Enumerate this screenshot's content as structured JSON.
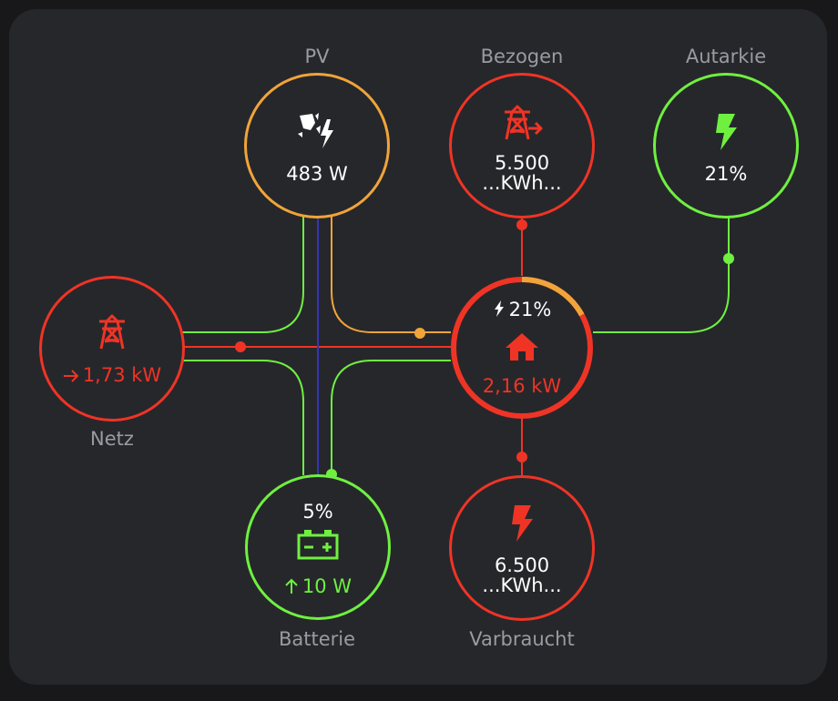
{
  "colors": {
    "background": "#18181b",
    "card": "#26272b",
    "grid": "#ef3426",
    "solar": "#f0a43a",
    "battery": "#6ff040",
    "autarky": "#6ff040",
    "battery_link": "#3436b8",
    "text": "#ffffff",
    "label": "#9a9ba0"
  },
  "nodes": {
    "pv": {
      "label": "PV",
      "icon": "solar-power-icon",
      "value": "483 W"
    },
    "bezogen": {
      "label": "Bezogen",
      "icon": "transmission-tower-import-icon",
      "value_line1": "5.500",
      "value_line2": "...KWh..."
    },
    "autarkie": {
      "label": "Autarkie",
      "icon": "lightning-bolt-icon",
      "value": "21%"
    },
    "netz": {
      "label": "Netz",
      "icon": "transmission-tower-icon",
      "value": "1,73 kW",
      "direction_icon": "arrow-right-icon"
    },
    "home": {
      "icon": "home-icon",
      "autarky_icon": "flash-icon",
      "autarky_value": "21%",
      "value": "2,16 kW",
      "solar_fraction": 0.17
    },
    "batterie": {
      "label": "Batterie",
      "icon": "battery-icon",
      "soc": "5%",
      "value": "10 W",
      "direction_icon": "arrow-up-icon"
    },
    "verbraucht": {
      "label": "Varbraucht",
      "icon": "lightning-bolt-icon",
      "value_line1": "6.500",
      "value_line2": "...KWh..."
    }
  }
}
